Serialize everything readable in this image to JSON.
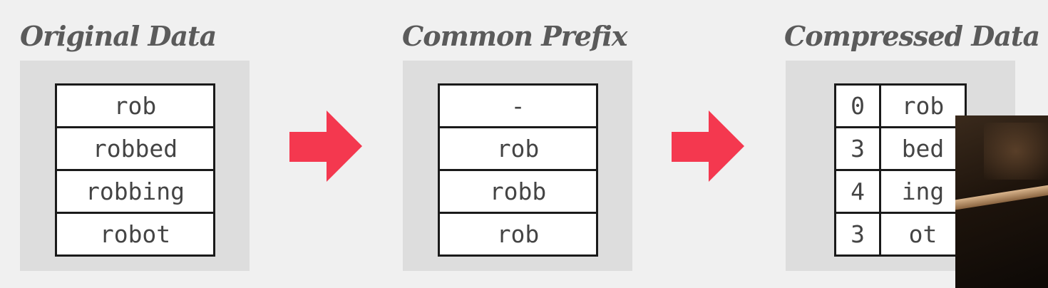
{
  "sections": {
    "original": {
      "title": "Original Data",
      "rows": [
        "rob",
        "robbed",
        "robbing",
        "robot"
      ]
    },
    "prefix": {
      "title": "Common Prefix",
      "rows": [
        "-",
        "rob",
        "robb",
        "rob"
      ]
    },
    "compressed": {
      "title": "Compressed Data",
      "rows": [
        {
          "len": "0",
          "suffix": "rob"
        },
        {
          "len": "3",
          "suffix": "bed"
        },
        {
          "len": "4",
          "suffix": "ing"
        },
        {
          "len": "3",
          "suffix": "ot"
        }
      ]
    }
  },
  "colors": {
    "arrow": "#f4384f",
    "panel": "#dddddd",
    "background": "#f0f0f0",
    "title": "#5a5a5a"
  },
  "icons": {
    "arrow": "right-arrow-icon"
  }
}
